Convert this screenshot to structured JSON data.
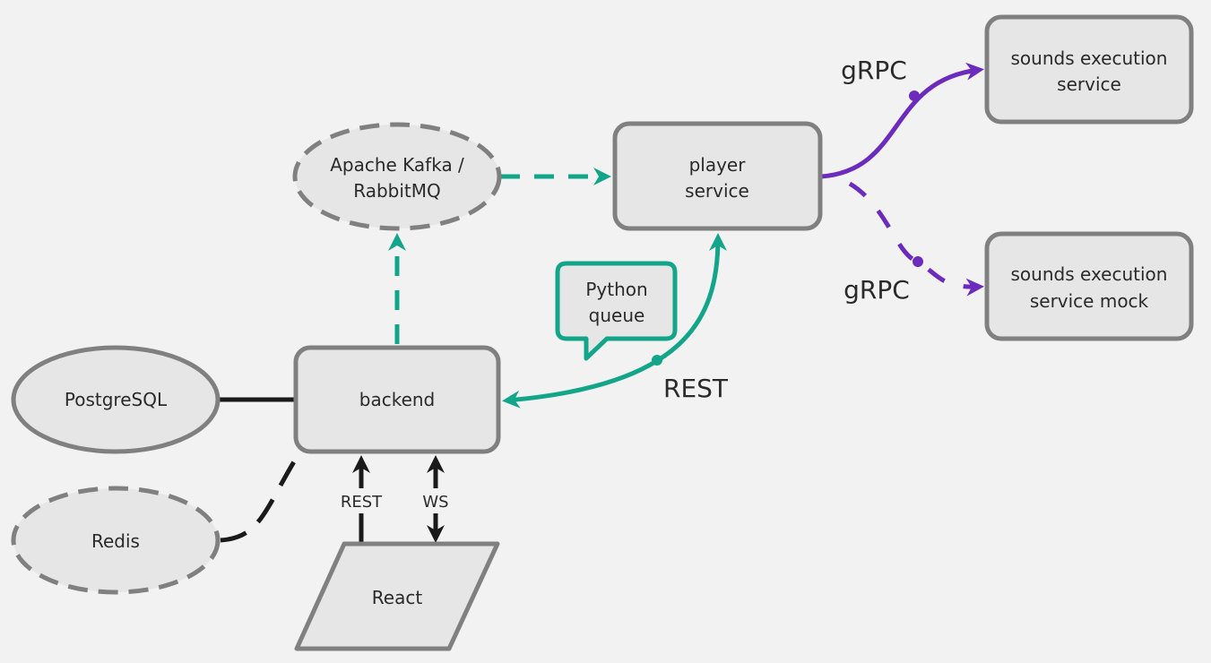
{
  "nodes": {
    "kafka": {
      "line1": "Apache Kafka /",
      "line2": "RabbitMQ"
    },
    "player": {
      "line1": "player",
      "line2": "service"
    },
    "sounds": {
      "line1": "sounds execution",
      "line2": "service"
    },
    "sounds_mock": {
      "line1": "sounds execution",
      "line2": "service mock"
    },
    "python_queue": {
      "line1": "Python",
      "line2": "queue"
    },
    "postgres": {
      "label": "PostgreSQL"
    },
    "backend": {
      "label": "backend"
    },
    "redis": {
      "label": "Redis"
    },
    "react": {
      "label": "React"
    }
  },
  "edges": {
    "grpc_top": "gRPC",
    "grpc_bottom": "gRPC",
    "rest_player": "REST",
    "rest_react": "REST",
    "ws_react": "WS"
  },
  "colors": {
    "background": "#f2f2f2",
    "node_fill": "#e6e6e6",
    "node_stroke": "#808080",
    "teal": "#13a58a",
    "purple": "#6c2bbd",
    "black": "#1a1a1a"
  }
}
